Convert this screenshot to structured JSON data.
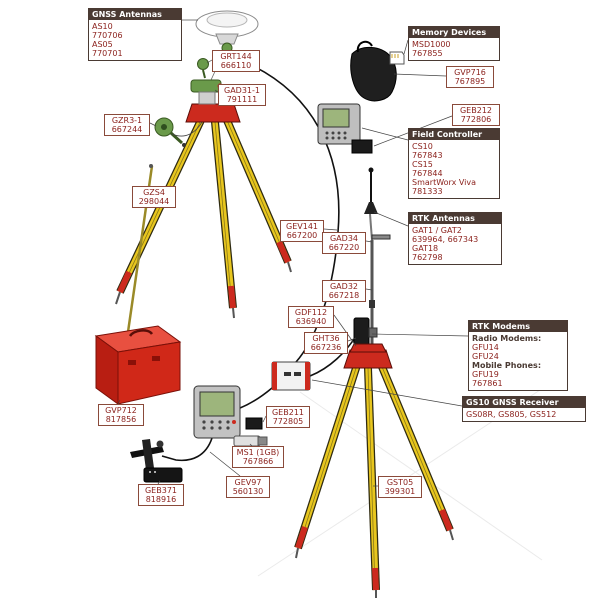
{
  "colors": {
    "tripod_yellow": "#e8c61e",
    "accent_red": "#cc2a1e",
    "part_green": "#6a9a4a",
    "label_text_red": "#8a1f1a",
    "box_header_bg": "#4a3a33"
  },
  "labels": {
    "gnss_antennas": {
      "header": "GNSS Antennas",
      "l1": "AS10",
      "l2": "770706",
      "l3": "AS05",
      "l4": "770701"
    },
    "memory_devices": {
      "header": "Memory Devices",
      "l1": "MSD1000",
      "l2": "767855"
    },
    "field_controller": {
      "header": "Field Controller",
      "l1": "CS10",
      "l2": "767843",
      "l3": "CS15",
      "l4": "767844",
      "l5": "SmartWorx Viva",
      "l6": "781333"
    },
    "rtk_antennas": {
      "header": "RTK Antennas",
      "l1": "GAT1 / GAT2",
      "l2": "639964, 667343",
      "l3": "GAT18",
      "l4": "762798"
    },
    "rtk_modems": {
      "header": "RTK Modems",
      "l1": "Radio Modems:",
      "l2": "GFU14",
      "l3": "GFU24",
      "l4": "Mobile Phones:",
      "l5": "GFU19",
      "l6": "767861"
    },
    "gs10_receiver": {
      "header": "GS10 GNSS Receiver",
      "l1": "GS08R, GS805, GS512"
    },
    "grt144": {
      "l1": "GRT144",
      "l2": "666110"
    },
    "gad31": {
      "l1": "GAD31-1",
      "l2": "791111"
    },
    "gzr3": {
      "l1": "GZR3-1",
      "l2": "667244"
    },
    "gzs4": {
      "l1": "GZS4",
      "l2": "298044"
    },
    "gev141": {
      "l1": "GEV141",
      "l2": "667200"
    },
    "gad34": {
      "l1": "GAD34",
      "l2": "667220"
    },
    "gad32": {
      "l1": "GAD32",
      "l2": "667218"
    },
    "gdf112": {
      "l1": "GDF112",
      "l2": "636940"
    },
    "ght36": {
      "l1": "GHT36",
      "l2": "667236"
    },
    "gvp716": {
      "l1": "GVP716",
      "l2": "767895"
    },
    "geb212": {
      "l1": "GEB212",
      "l2": "772806"
    },
    "gvp712": {
      "l1": "GVP712",
      "l2": "817856"
    },
    "geb211": {
      "l1": "GEB211",
      "l2": "772805"
    },
    "ms1": {
      "l1": "MS1 (1GB)",
      "l2": "767866"
    },
    "gev97": {
      "l1": "GEV97",
      "l2": "560130"
    },
    "geb371": {
      "l1": "GEB371",
      "l2": "818916"
    },
    "gst05": {
      "l1": "GST05",
      "l2": "399301"
    }
  }
}
